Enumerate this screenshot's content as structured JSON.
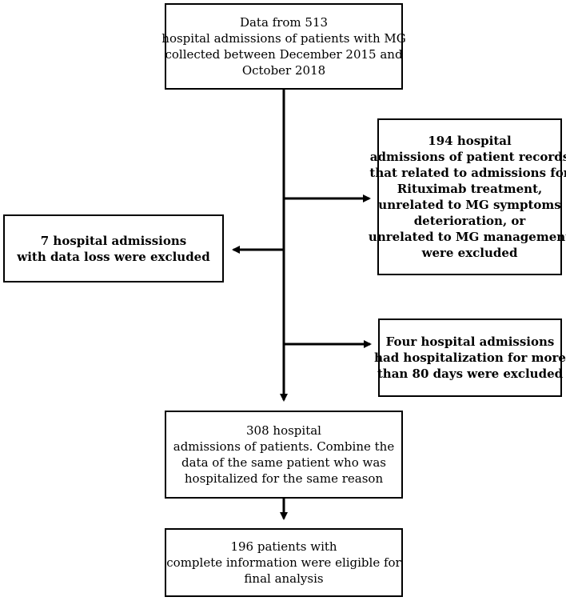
{
  "boxes": {
    "source": {
      "lines": [
        "Data from 513",
        "hospital admissions of patients with MG",
        "collected between December 2015 and",
        "October 2018"
      ]
    },
    "excluded_194": {
      "lines": [
        "194 hospital",
        "admissions of patient records",
        "that related to  admissions for",
        "Rituximab treatment,",
        "unrelated to MG symptoms",
        "deterioration, or",
        "unrelated to MG management",
        "were excluded"
      ]
    },
    "excluded_7": {
      "lines": [
        "7 hospital admissions",
        "with data loss were excluded"
      ]
    },
    "excluded_4": {
      "lines": [
        "Four hospital admissions",
        "had hospitalization for more",
        "than 80 days were excluded"
      ]
    },
    "admissions_308": {
      "lines": [
        "308 hospital",
        "admissions of patients. Combine the",
        "data of the same patient who was",
        "hospitalized for the same reason"
      ]
    },
    "patients_196": {
      "lines": [
        "196 patients with",
        "complete information were eligible for",
        "final analysis"
      ]
    }
  },
  "colors": {
    "line": "#000000",
    "background": "#ffffff"
  }
}
